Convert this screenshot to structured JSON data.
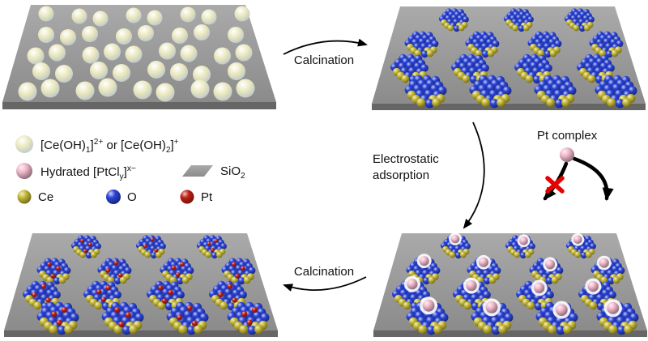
{
  "labels": {
    "calcination_top": "Calcination",
    "calcination_bottom": "Calcination",
    "electrostatic_adsorption": "Electrostatic adsorption",
    "pt_complex": "Pt complex"
  },
  "legend": {
    "ce_precursor_html": "[Ce(OH)<sub>1</sub>]<sup>2+</sup> or [Ce(OH)<sub>2</sub>]<sup>+</sup>",
    "hydrated_pt_html": "Hydrated [PtCl<sub>y</sub>]<sup>x−</sup>",
    "silica_html": "SiO<sub>2</sub>",
    "ce": "Ce",
    "o": "O",
    "pt": "Pt"
  },
  "icons": {
    "ce_precursor": "glossy-cream-sphere",
    "pt_complex": "glossy-pink-sphere",
    "silica": "gray-parallelogram-slab",
    "ce": "yellow-sphere",
    "o": "blue-sphere",
    "pt": "red-sphere",
    "blocked": "red-x"
  },
  "colors": {
    "background": "#ffffff",
    "silica": "#9a9a9a",
    "ce_precursor": "#e9e7bd",
    "oxygen_blue": "#2a43d6",
    "cerium_yellow": "#c6b935",
    "platinum_red": "#c22015",
    "pt_complex_pink": "#f2b9cc",
    "blocked_x": "#e60000",
    "text": "#111111",
    "arrow": "#000000"
  }
}
